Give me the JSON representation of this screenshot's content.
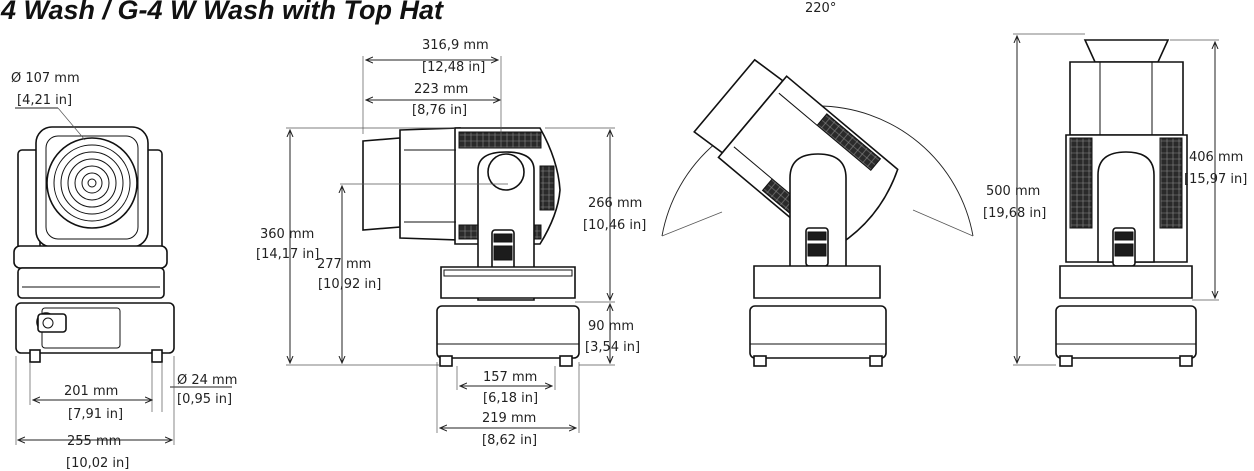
{
  "title": "-4 Wash / G-4 W Wash with Top Hat",
  "dimensions": {
    "lens_diameter": {
      "mm": "Ø 107 mm",
      "inch": "[4,21 in]"
    },
    "foot_diameter": {
      "mm": "Ø 24 mm",
      "inch": "[0,95 in]"
    },
    "front_feet_spacing": {
      "mm": "201 mm",
      "inch": "[7,91 in]"
    },
    "front_base_width": {
      "mm": "255 mm",
      "inch": "[10,02 in]"
    },
    "side_length": {
      "mm": "316,9 mm",
      "inch": "[12,48 in]"
    },
    "side_head_offset": {
      "mm": "223 mm",
      "inch": "[8,76 in]"
    },
    "side_total_height": {
      "mm": "360 mm",
      "inch": "[14,17 in]"
    },
    "side_tilt_axis_height": {
      "mm": "277 mm",
      "inch": "[10,92 in]"
    },
    "side_head_height": {
      "mm": "266 mm",
      "inch": "[10,46 in]"
    },
    "side_base_height": {
      "mm": "90 mm",
      "inch": "[3,54 in]"
    },
    "side_feet_spacing": {
      "mm": "157 mm",
      "inch": "[6,18 in]"
    },
    "side_base_length": {
      "mm": "219 mm",
      "inch": "[8,62 in]"
    },
    "tilt_angle": "220°",
    "back_total_height": {
      "mm": "500 mm",
      "inch": "[19,68 in]"
    },
    "back_head_height": {
      "mm": "406 mm",
      "inch": "[15,97 in]"
    }
  }
}
